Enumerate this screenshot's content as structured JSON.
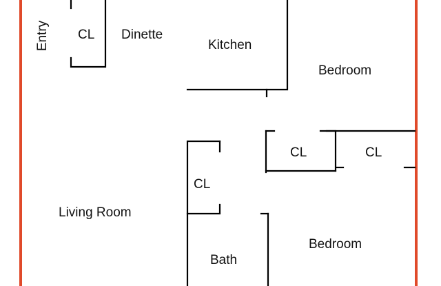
{
  "floor_plan": {
    "colors": {
      "outline": "#e04a2a",
      "wall": "#000000",
      "text": "#111111",
      "background": "#ffffff"
    },
    "rooms": {
      "entry": "Entry",
      "closet_top_left": "CL",
      "dinette": "Dinette",
      "kitchen": "Kitchen",
      "bedroom_top": "Bedroom",
      "closet_middle": "CL",
      "closet_right": "CL",
      "closet_hall": "CL",
      "living_room": "Living Room",
      "bath": "Bath",
      "bedroom_bottom": "Bedroom"
    }
  }
}
